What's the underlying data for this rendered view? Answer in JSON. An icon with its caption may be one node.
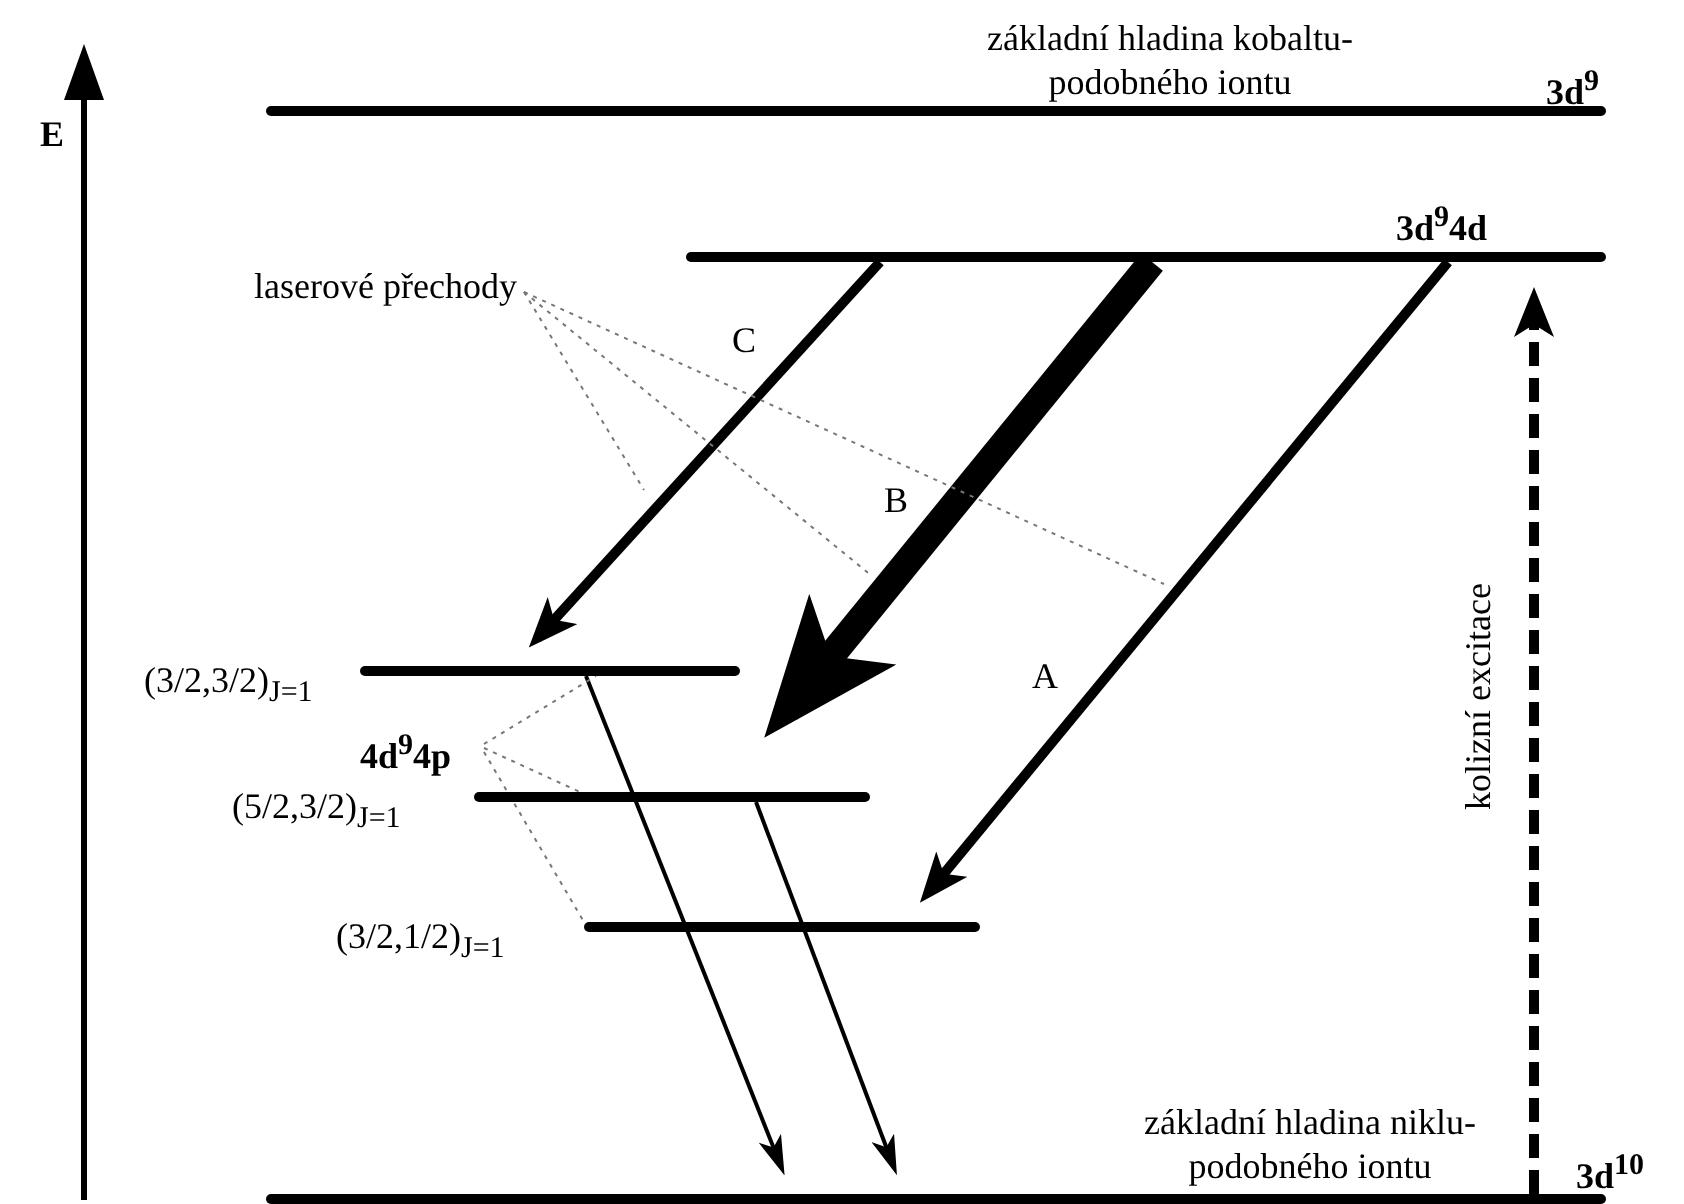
{
  "diagram": {
    "nodes": [
      {
        "text": [
          "základní hladina kobaltu-podobného iontu",
          "3d$^{9}$"
        ]
      },
      {
        "text": [
          "3d$^{9}$4d"
        ]
      },
      {
        "text": [
          "(3/2,3/2)$_{J=1}$"
        ]
      },
      {
        "text": [
          "(5/2,3/2)$_{J=1}$"
        ]
      },
      {
        "text": [
          "(3/2,1/2)$_{J=1}$"
        ]
      },
      {
        "text": [
          "základní hladina niklu-podobného iontu",
          "3d$^{10}$"
        ]
      },
      {
        "text": [
          "laserové přechody"
        ]
      },
      {
        "text": [
          "4d$^{9}$4p"
        ]
      }
    ],
    "edges": [
      {
        "from": 1,
        "to": 2,
        "arrow": "to",
        "label": "C",
        "style": "thick"
      },
      {
        "from": 1,
        "to": 3,
        "arrow": "to",
        "label": "B",
        "style": "thick"
      },
      {
        "from": 1,
        "to": 4,
        "arrow": "to",
        "label": "A",
        "style": "thick"
      },
      {
        "from": 2,
        "to": 5,
        "arrow": "to"
      },
      {
        "from": 3,
        "to": 5,
        "arrow": "to"
      },
      {
        "from": 5,
        "to": 1,
        "arrow": "to",
        "label": "kolizní excitace",
        "style": "dashed"
      },
      {
        "from": 6,
        "to": null,
        "arrow": "none",
        "style": "dashed",
        "color": "#777777"
      },
      {
        "from": 6,
        "to": null,
        "arrow": "none",
        "style": "dashed",
        "color": "#777777"
      },
      {
        "from": 6,
        "to": null,
        "arrow": "none",
        "style": "dashed",
        "color": "#777777"
      },
      {
        "from": 7,
        "to": 2,
        "arrow": "none",
        "style": "dashed",
        "color": "#777777"
      },
      {
        "from": 7,
        "to": 3,
        "arrow": "none",
        "style": "dashed",
        "color": "#777777"
      },
      {
        "from": 7,
        "to": 4,
        "arrow": "none",
        "style": "dashed",
        "color": "#777777"
      }
    ],
    "labels": [
      "E"
    ]
  }
}
